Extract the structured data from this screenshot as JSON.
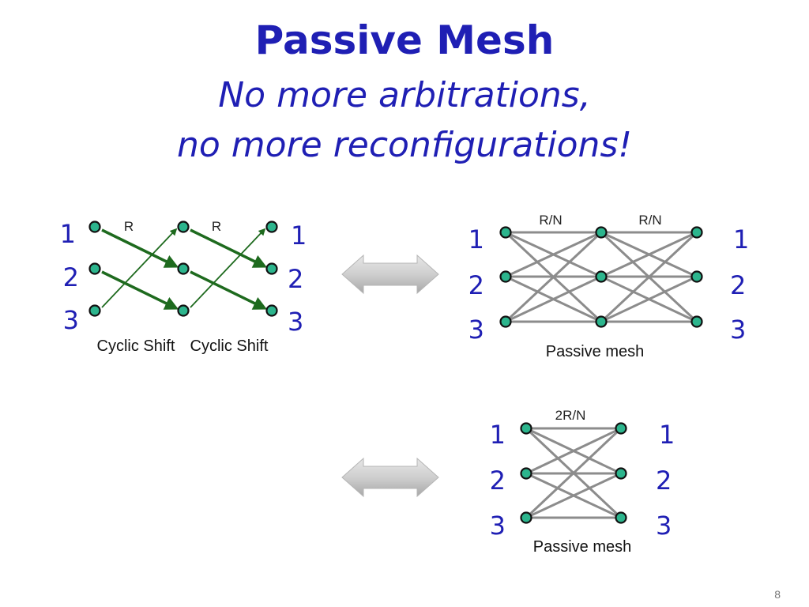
{
  "slide": {
    "title": "Passive Mesh",
    "subtitle_line1": "No more arbitrations,",
    "subtitle_line2": "no more reconfigurations!",
    "page_number": "8"
  },
  "colors": {
    "title": "#1f1fb4",
    "number_label": "#1f1fb4",
    "node_fill": "#2cb58d",
    "shift_arrow": "#1e6a1e",
    "mesh_line": "#8c8c8c",
    "double_arrow": "#c8c8c8"
  },
  "cyclic_shift": {
    "stage_rates": [
      "R",
      "R"
    ],
    "stage_captions": [
      "Cyclic Shift",
      "Cyclic Shift"
    ],
    "input_labels": [
      "1",
      "2",
      "3"
    ],
    "output_labels": [
      "1",
      "2",
      "3"
    ]
  },
  "mesh_two_stage": {
    "rates": [
      "R/N",
      "R/N"
    ],
    "caption": "Passive mesh",
    "input_labels": [
      "1",
      "2",
      "3"
    ],
    "output_labels": [
      "1",
      "2",
      "3"
    ]
  },
  "mesh_single_stage": {
    "rate": "2R/N",
    "caption": "Passive mesh",
    "input_labels": [
      "1",
      "2",
      "3"
    ],
    "output_labels": [
      "1",
      "2",
      "3"
    ]
  }
}
